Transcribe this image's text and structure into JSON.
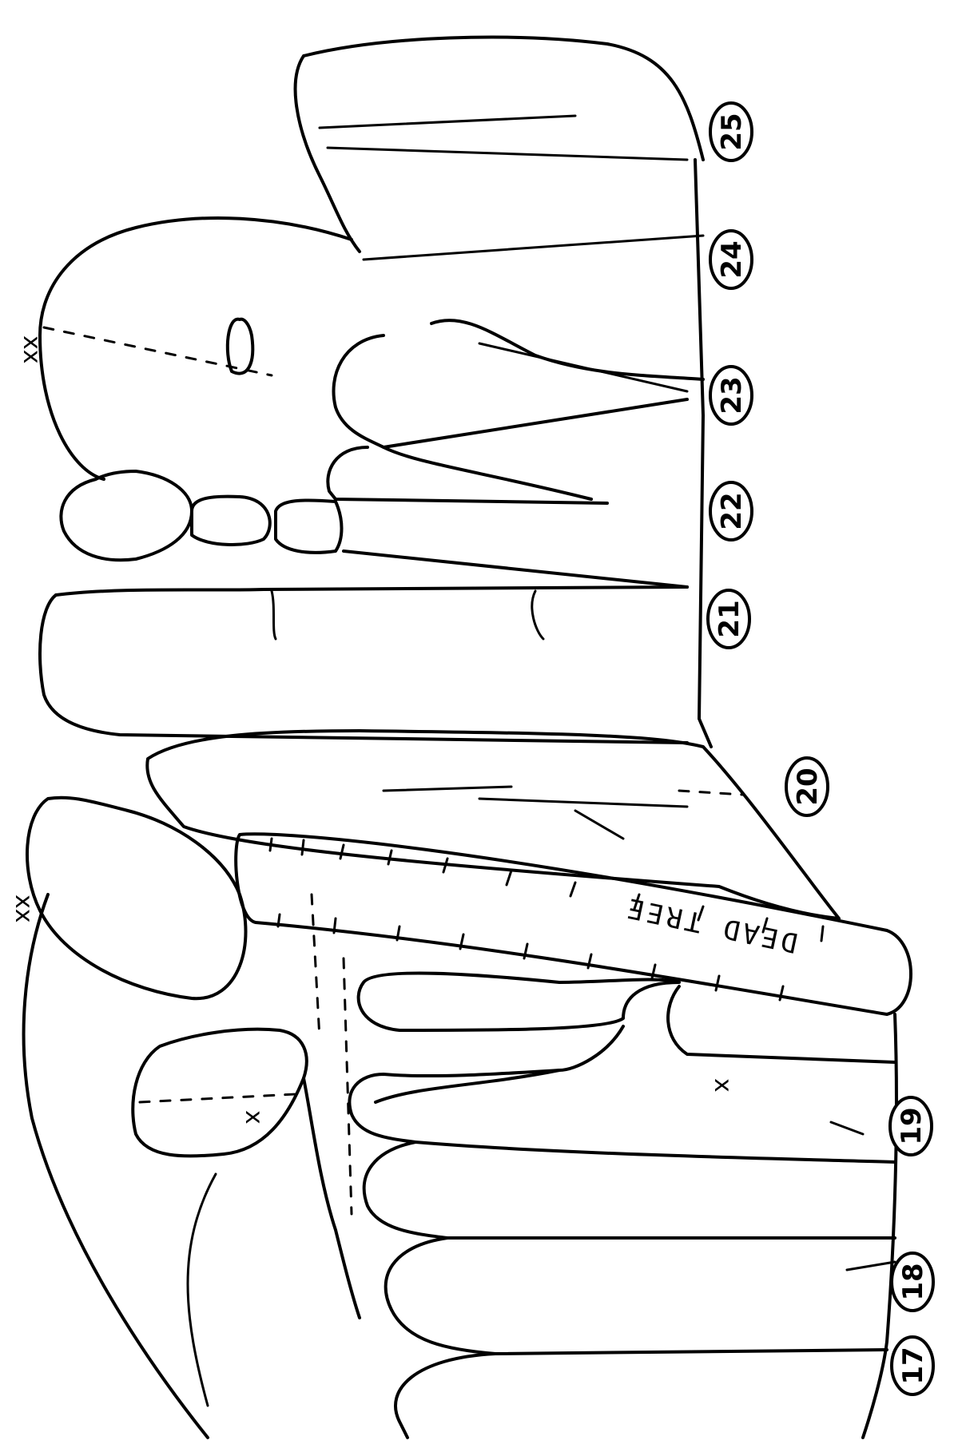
{
  "sketch": {
    "stone_labels": [
      "17",
      "18",
      "19",
      "20",
      "21",
      "22",
      "23",
      "24",
      "25"
    ],
    "log_label": "DEAD TREE",
    "x_marks": [
      "xx",
      "xx",
      "x",
      "x"
    ]
  }
}
